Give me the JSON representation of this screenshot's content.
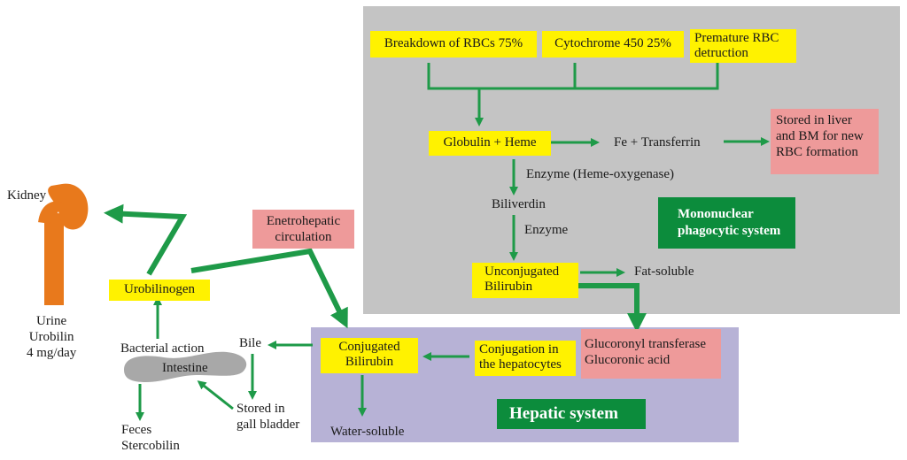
{
  "panels": {
    "mononuclear_label": "Mononuclear\nphagocytic system",
    "hepatic_label": "Hepatic system"
  },
  "sources": {
    "rbc_breakdown": "Breakdown of RBCs 75%",
    "cytochrome": "Cytochrome 450 25%",
    "premature": "Premature RBC\ndetruction"
  },
  "heme_path": {
    "globulin_heme": "Globulin + Heme",
    "fe_transferrin": "Fe + Transferrin",
    "stored": "Stored in liver\nand BM for new\nRBC formation",
    "enzyme_heme_oxygenase": "Enzyme (Heme-oxygenase)",
    "biliverdin": "Biliverdin",
    "enzyme": "Enzyme",
    "unconjugated": "Unconjugated\nBilirubin",
    "fat_soluble": "Fat-soluble"
  },
  "hepatic": {
    "glucoronyl": "Glucoronyl transferase\nGlucoronic acid",
    "conjugation": "Conjugation in\nthe hepatocytes",
    "conjugated": "Conjugated\nBilirubin",
    "water_soluble": "Water-soluble"
  },
  "enterohepatic": {
    "label": "Enetrohepatic\ncirculation"
  },
  "intestinal": {
    "bile": "Bile",
    "stored_gall": "Stored in\ngall bladder",
    "intestine": "Intestine",
    "bacterial_action": "Bacterial action",
    "urobilinogen": "Urobilinogen",
    "feces": "Feces\nStercobilin"
  },
  "kidney": {
    "label": "Kidney",
    "urine": "Urine\nUrobilin\n4 mg/day"
  },
  "colors": {
    "arrow_green": "#1e9a48",
    "highlight_yellow": "#fff200",
    "highlight_pink": "#ee9a9a",
    "label_green": "#0c8c3c",
    "mononuclear_panel": "#c4c4c4",
    "hepatic_panel": "#b7b2d6",
    "kidney_orange": "#e8791c",
    "intestine_gray": "#a8a8a8"
  }
}
